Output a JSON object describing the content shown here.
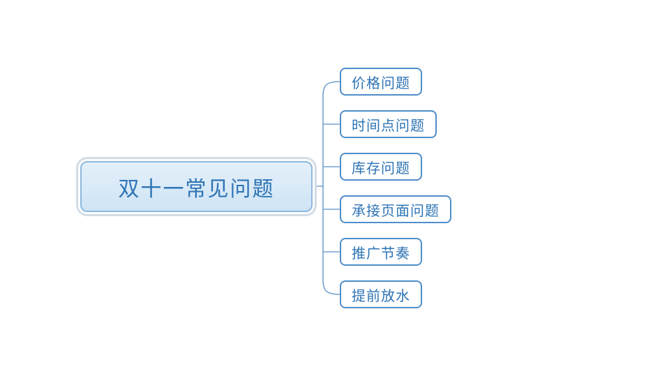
{
  "diagram": {
    "root": {
      "label": "双十一常见问题"
    },
    "children": [
      {
        "label": "价格问题"
      },
      {
        "label": "时间点问题"
      },
      {
        "label": "库存问题"
      },
      {
        "label": "承接页面问题"
      },
      {
        "label": "推广节奏"
      },
      {
        "label": "提前放水"
      }
    ],
    "colors": {
      "text": "#2e74b5",
      "child_border": "#4e8ecb",
      "root_border": "#8fb9de",
      "root_fill": "#d6e9f7",
      "connector": "#74a3cf",
      "background": "#ffffff"
    }
  }
}
